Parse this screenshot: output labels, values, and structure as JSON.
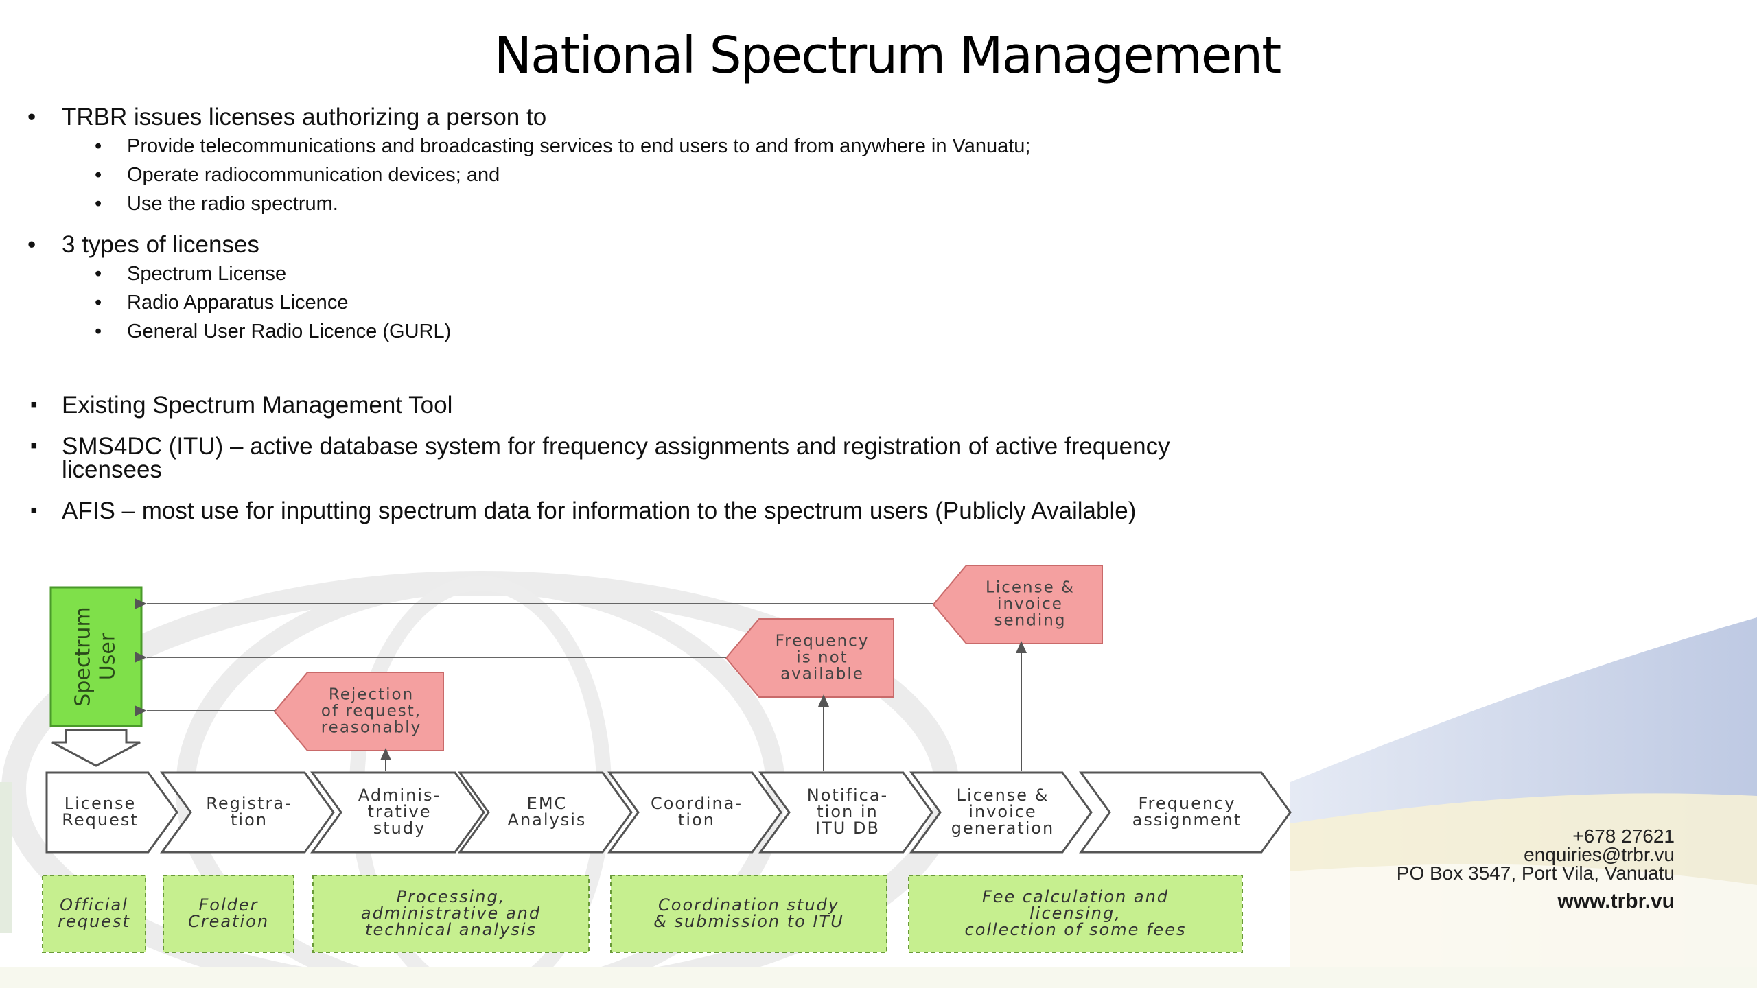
{
  "slide": {
    "title": "National Spectrum Management",
    "bullets_group1": [
      {
        "text": "TRBR issues licenses authorizing a person to",
        "sub": [
          "Provide telecommunications and broadcasting services to end users to and from anywhere in Vanuatu;",
          "Operate radiocommunication devices; and",
          "Use the radio spectrum."
        ]
      },
      {
        "text": "3 types of licenses",
        "sub": [
          "Spectrum License",
          "Radio Apparatus Licence",
          "General User Radio Licence (GURL)"
        ]
      }
    ],
    "bullets_group2": [
      {
        "lines": [
          "Existing Spectrum Management Tool"
        ]
      },
      {
        "lines": [
          "SMS4DC  (ITU) – active database system for frequency assignments and registration of active frequency",
          "licensees"
        ]
      },
      {
        "lines": [
          "AFIS – most use for inputting spectrum data for information to the spectrum users (Publicly Available)"
        ]
      }
    ]
  },
  "diagram": {
    "user_box": [
      "Spectrum",
      "User"
    ],
    "steps": [
      [
        "License",
        "Request"
      ],
      [
        "Registra-",
        "tion"
      ],
      [
        "Adminis-",
        "trative",
        "study"
      ],
      [
        "EMC",
        "Analysis"
      ],
      [
        "Coordina-",
        "tion"
      ],
      [
        "Notifica-",
        "tion in",
        "ITU DB"
      ],
      [
        "License &",
        "invoice",
        "generation"
      ],
      [
        "Frequency",
        "assignment"
      ]
    ],
    "feedback": [
      [
        "Rejection",
        "of request,",
        "reasonably"
      ],
      [
        "Frequency",
        "is not",
        "available"
      ],
      [
        "License &",
        "invoice",
        "sending"
      ]
    ],
    "phases": [
      [
        "Official",
        "request"
      ],
      [
        "Folder",
        "Creation"
      ],
      [
        "Processing,",
        "administrative and",
        "technical analysis"
      ],
      [
        "Coordination study",
        "& submission to ITU"
      ],
      [
        "Fee calculation and",
        "licensing,",
        "collection of some fees"
      ]
    ],
    "colors": {
      "user_box": "#7fe04a",
      "feedback": "#f4a0a0",
      "phase": "#c6ef8f",
      "chevron_stroke": "#555555"
    }
  },
  "contact": {
    "phone": "+678 27621",
    "email": "enquiries@trbr.vu",
    "address": "PO Box 3547, Port Vila, Vanuatu",
    "website": "www.trbr.vu"
  }
}
